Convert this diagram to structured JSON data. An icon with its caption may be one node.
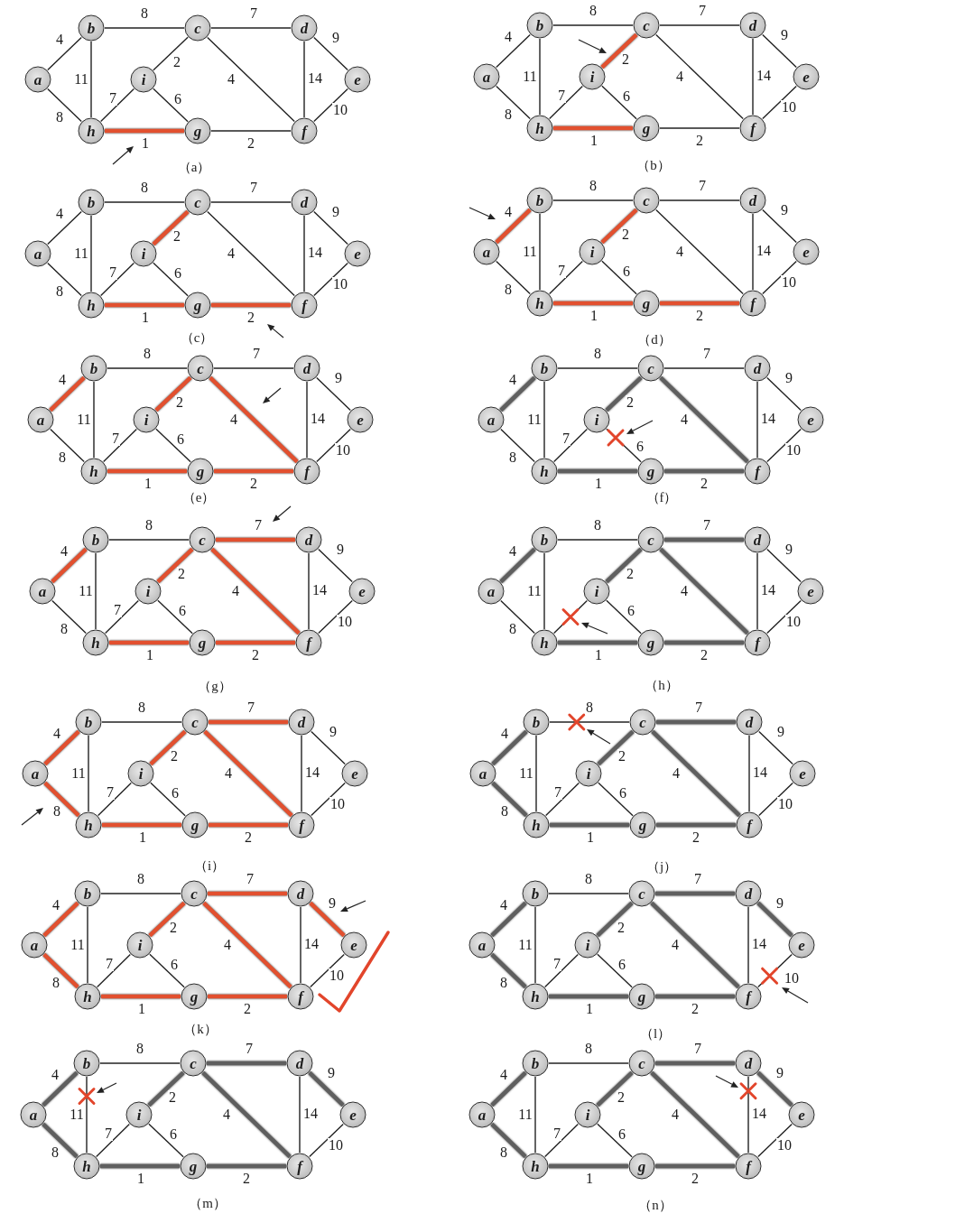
{
  "diagram": {
    "nodes": [
      {
        "text": [
          "b"
        ]
      },
      {
        "text": [
          "c"
        ]
      },
      {
        "text": [
          "d"
        ]
      },
      {
        "text": [
          "a"
        ]
      },
      {
        "text": [
          "i"
        ]
      },
      {
        "text": [
          "e"
        ]
      },
      {
        "text": [
          "h"
        ]
      },
      {
        "text": [
          "g"
        ]
      },
      {
        "text": [
          "f"
        ]
      },
      {
        "text": [
          "b"
        ]
      },
      {
        "text": [
          "c"
        ]
      },
      {
        "text": [
          "d"
        ]
      },
      {
        "text": [
          "a"
        ]
      },
      {
        "text": [
          "i"
        ]
      },
      {
        "text": [
          "e"
        ]
      },
      {
        "text": [
          "h"
        ]
      },
      {
        "text": [
          "g"
        ]
      },
      {
        "text": [
          "f"
        ]
      },
      {
        "text": [
          "b"
        ]
      },
      {
        "text": [
          "c"
        ]
      },
      {
        "text": [
          "d"
        ]
      },
      {
        "text": [
          "a"
        ]
      },
      {
        "text": [
          "i"
        ]
      },
      {
        "text": [
          "e"
        ]
      },
      {
        "text": [
          "h"
        ]
      },
      {
        "text": [
          "g"
        ]
      },
      {
        "text": [
          "f"
        ]
      },
      {
        "text": [
          "b"
        ]
      },
      {
        "text": [
          "c"
        ]
      },
      {
        "text": [
          "d"
        ]
      },
      {
        "text": [
          "a"
        ]
      },
      {
        "text": [
          "i"
        ]
      },
      {
        "text": [
          "e"
        ]
      },
      {
        "text": [
          "h"
        ]
      },
      {
        "text": [
          "g"
        ]
      },
      {
        "text": [
          "f"
        ]
      },
      {
        "text": [
          "b"
        ]
      },
      {
        "text": [
          "c"
        ]
      },
      {
        "text": [
          "d"
        ]
      },
      {
        "text": [
          "a"
        ]
      },
      {
        "text": [
          "i"
        ]
      },
      {
        "text": [
          "e"
        ]
      },
      {
        "text": [
          "h"
        ]
      },
      {
        "text": [
          "g"
        ]
      },
      {
        "text": [
          "f"
        ]
      },
      {
        "text": [
          "b"
        ]
      },
      {
        "text": [
          "c"
        ]
      },
      {
        "text": [
          "d"
        ]
      },
      {
        "text": [
          "a"
        ]
      },
      {
        "text": [
          "i"
        ]
      },
      {
        "text": [
          "e"
        ]
      },
      {
        "text": [
          "h"
        ]
      },
      {
        "text": [
          "g"
        ]
      },
      {
        "text": [
          "f"
        ]
      },
      {
        "text": [
          "b"
        ]
      },
      {
        "text": [
          "c"
        ]
      },
      {
        "text": [
          "d"
        ]
      },
      {
        "text": [
          "a"
        ]
      },
      {
        "text": [
          "i"
        ]
      },
      {
        "text": [
          "e"
        ]
      },
      {
        "text": [
          "h"
        ]
      },
      {
        "text": [
          "g"
        ]
      },
      {
        "text": [
          "f"
        ]
      },
      {
        "text": [
          "b"
        ]
      },
      {
        "text": [
          "c"
        ]
      },
      {
        "text": [
          "d"
        ]
      },
      {
        "text": [
          "a"
        ]
      },
      {
        "text": [
          "i"
        ]
      },
      {
        "text": [
          "e"
        ]
      },
      {
        "text": [
          "h"
        ]
      },
      {
        "text": [
          "g"
        ]
      },
      {
        "text": [
          "f"
        ]
      },
      {
        "text": [
          "b"
        ]
      },
      {
        "text": [
          "c"
        ]
      },
      {
        "text": [
          "d"
        ]
      },
      {
        "text": [
          "a"
        ]
      },
      {
        "text": [
          "i"
        ]
      },
      {
        "text": [
          "e"
        ]
      },
      {
        "text": [
          "h"
        ]
      },
      {
        "text": [
          "g"
        ]
      },
      {
        "text": [
          "f"
        ]
      },
      {
        "text": [
          "b"
        ]
      },
      {
        "text": [
          "c"
        ]
      },
      {
        "text": [
          "d"
        ]
      },
      {
        "text": [
          "a"
        ]
      },
      {
        "text": [
          "i"
        ]
      },
      {
        "text": [
          "e"
        ]
      },
      {
        "text": [
          "h"
        ]
      },
      {
        "text": [
          "g"
        ]
      },
      {
        "text": [
          "f"
        ]
      },
      {
        "text": [
          "b"
        ]
      },
      {
        "text": [
          "c"
        ]
      },
      {
        "text": [
          "d"
        ]
      },
      {
        "text": [
          "a"
        ]
      },
      {
        "text": [
          "i"
        ]
      },
      {
        "text": [
          "e"
        ]
      },
      {
        "text": [
          "h"
        ]
      },
      {
        "text": [
          "g"
        ]
      },
      {
        "text": [
          "f"
        ]
      },
      {
        "text": [
          "b"
        ]
      },
      {
        "text": [
          "c"
        ]
      },
      {
        "text": [
          "d"
        ]
      },
      {
        "text": [
          "a"
        ]
      },
      {
        "text": [
          "i"
        ]
      },
      {
        "text": [
          "e"
        ]
      },
      {
        "text": [
          "h"
        ]
      },
      {
        "text": [
          "g"
        ]
      },
      {
        "text": [
          "f"
        ]
      },
      {
        "text": [
          "b"
        ]
      },
      {
        "text": [
          "c"
        ]
      },
      {
        "text": [
          "d"
        ]
      },
      {
        "text": [
          "a"
        ]
      },
      {
        "text": [
          "i"
        ]
      },
      {
        "text": [
          "e"
        ]
      },
      {
        "text": [
          "h"
        ]
      },
      {
        "text": [
          "g"
        ]
      },
      {
        "text": [
          "f"
        ]
      },
      {
        "text": [
          "b"
        ]
      },
      {
        "text": [
          "c"
        ]
      },
      {
        "text": [
          "d"
        ]
      },
      {
        "text": [
          "a"
        ]
      },
      {
        "text": [
          "i"
        ]
      },
      {
        "text": [
          "e"
        ]
      },
      {
        "text": [
          "h"
        ]
      },
      {
        "text": [
          "g"
        ]
      },
      {
        "text": [
          "f"
        ]
      }
    ],
    "edges": [
      {
        "from": 3,
        "to": 0,
        "arrow": "none",
        "label": "4"
      },
      {
        "from": 0,
        "to": 1,
        "arrow": "none",
        "label": "8"
      },
      {
        "from": 1,
        "to": 2,
        "arrow": "none",
        "label": "7"
      },
      {
        "from": 2,
        "to": 5,
        "arrow": "none",
        "label": "9"
      },
      {
        "from": 0,
        "to": 6,
        "arrow": "none",
        "label": "11"
      },
      {
        "from": 1,
        "to": 4,
        "arrow": "none",
        "label": "2"
      },
      {
        "from": 1,
        "to": 8,
        "arrow": "none",
        "label": "4"
      },
      {
        "from": 2,
        "to": 8,
        "arrow": "none",
        "label": "14"
      },
      {
        "from": 3,
        "to": 6,
        "arrow": "none",
        "label": "8"
      },
      {
        "from": 6,
        "to": 4,
        "arrow": "none",
        "label": "7"
      },
      {
        "from": 4,
        "to": 7,
        "arrow": "none",
        "label": "6"
      },
      {
        "from": 5,
        "to": 8,
        "arrow": "none",
        "label": "10"
      },
      {
        "from": 6,
        "to": 7,
        "arrow": "none",
        "label": "1",
        "style": "thick",
        "color": "#e2502f"
      },
      {
        "from": 7,
        "to": 8,
        "arrow": "none",
        "label": "2"
      },
      {
        "from": 12,
        "to": 9,
        "arrow": "none",
        "label": "4"
      },
      {
        "from": 9,
        "to": 10,
        "arrow": "none",
        "label": "8"
      },
      {
        "from": 10,
        "to": 11,
        "arrow": "none",
        "label": "7"
      },
      {
        "from": 11,
        "to": 14,
        "arrow": "none",
        "label": "9"
      },
      {
        "from": 9,
        "to": 15,
        "arrow": "none",
        "label": "11"
      },
      {
        "from": 10,
        "to": 13,
        "arrow": "none",
        "label": "2",
        "style": "thick",
        "color": "#e2502f"
      },
      {
        "from": 10,
        "to": 17,
        "arrow": "none",
        "label": "4"
      },
      {
        "from": 11,
        "to": 17,
        "arrow": "none",
        "label": "14"
      },
      {
        "from": 12,
        "to": 15,
        "arrow": "none",
        "label": "8"
      },
      {
        "from": 15,
        "to": 13,
        "arrow": "none",
        "label": "7"
      },
      {
        "from": 13,
        "to": 16,
        "arrow": "none",
        "label": "6"
      },
      {
        "from": 14,
        "to": 17,
        "arrow": "none",
        "label": "10"
      },
      {
        "from": 15,
        "to": 16,
        "arrow": "none",
        "label": "1",
        "style": "thick",
        "color": "#e2502f"
      },
      {
        "from": 16,
        "to": 17,
        "arrow": "none",
        "label": "2"
      },
      {
        "from": 21,
        "to": 18,
        "arrow": "none",
        "label": "4"
      },
      {
        "from": 18,
        "to": 19,
        "arrow": "none",
        "label": "8"
      },
      {
        "from": 19,
        "to": 20,
        "arrow": "none",
        "label": "7"
      },
      {
        "from": 20,
        "to": 23,
        "arrow": "none",
        "label": "9"
      },
      {
        "from": 18,
        "to": 24,
        "arrow": "none",
        "label": "11"
      },
      {
        "from": 19,
        "to": 22,
        "arrow": "none",
        "label": "2",
        "style": "thick",
        "color": "#e2502f"
      },
      {
        "from": 19,
        "to": 26,
        "arrow": "none",
        "label": "4"
      },
      {
        "from": 20,
        "to": 26,
        "arrow": "none",
        "label": "14"
      },
      {
        "from": 21,
        "to": 24,
        "arrow": "none",
        "label": "8"
      },
      {
        "from": 24,
        "to": 22,
        "arrow": "none",
        "label": "7"
      },
      {
        "from": 22,
        "to": 25,
        "arrow": "none",
        "label": "6"
      },
      {
        "from": 23,
        "to": 26,
        "arrow": "none",
        "label": "10"
      },
      {
        "from": 24,
        "to": 25,
        "arrow": "none",
        "label": "1",
        "style": "thick",
        "color": "#e2502f"
      },
      {
        "from": 25,
        "to": 26,
        "arrow": "none",
        "label": "2",
        "style": "thick",
        "color": "#e2502f"
      },
      {
        "from": 30,
        "to": 27,
        "arrow": "none",
        "label": "4",
        "style": "thick",
        "color": "#e2502f"
      },
      {
        "from": 27,
        "to": 28,
        "arrow": "none",
        "label": "8"
      },
      {
        "from": 28,
        "to": 29,
        "arrow": "none",
        "label": "7"
      },
      {
        "from": 29,
        "to": 32,
        "arrow": "none",
        "label": "9"
      },
      {
        "from": 27,
        "to": 33,
        "arrow": "none",
        "label": "11"
      },
      {
        "from": 28,
        "to": 31,
        "arrow": "none",
        "label": "2",
        "style": "thick",
        "color": "#e2502f"
      },
      {
        "from": 28,
        "to": 35,
        "arrow": "none",
        "label": "4"
      },
      {
        "from": 29,
        "to": 35,
        "arrow": "none",
        "label": "14"
      },
      {
        "from": 30,
        "to": 33,
        "arrow": "none",
        "label": "8"
      },
      {
        "from": 33,
        "to": 31,
        "arrow": "none",
        "label": "7"
      },
      {
        "from": 31,
        "to": 34,
        "arrow": "none",
        "label": "6"
      },
      {
        "from": 32,
        "to": 35,
        "arrow": "none",
        "label": "10"
      },
      {
        "from": 33,
        "to": 34,
        "arrow": "none",
        "label": "1",
        "style": "thick",
        "color": "#e2502f"
      },
      {
        "from": 34,
        "to": 35,
        "arrow": "none",
        "label": "2",
        "style": "thick",
        "color": "#e2502f"
      },
      {
        "from": 39,
        "to": 36,
        "arrow": "none",
        "label": "4",
        "style": "thick",
        "color": "#e2502f"
      },
      {
        "from": 36,
        "to": 37,
        "arrow": "none",
        "label": "8"
      },
      {
        "from": 37,
        "to": 38,
        "arrow": "none",
        "label": "7"
      },
      {
        "from": 38,
        "to": 41,
        "arrow": "none",
        "label": "9"
      },
      {
        "from": 36,
        "to": 42,
        "arrow": "none",
        "label": "11"
      },
      {
        "from": 37,
        "to": 40,
        "arrow": "none",
        "label": "2",
        "style": "thick",
        "color": "#e2502f"
      },
      {
        "from": 37,
        "to": 44,
        "arrow": "none",
        "label": "4",
        "style": "thick",
        "color": "#e2502f"
      },
      {
        "from": 38,
        "to": 44,
        "arrow": "none",
        "label": "14"
      },
      {
        "from": 39,
        "to": 42,
        "arrow": "none",
        "label": "8"
      },
      {
        "from": 42,
        "to": 40,
        "arrow": "none",
        "label": "7"
      },
      {
        "from": 40,
        "to": 43,
        "arrow": "none",
        "label": "6"
      },
      {
        "from": 41,
        "to": 44,
        "arrow": "none",
        "label": "10"
      },
      {
        "from": 42,
        "to": 43,
        "arrow": "none",
        "label": "1",
        "style": "thick",
        "color": "#e2502f"
      },
      {
        "from": 43,
        "to": 44,
        "arrow": "none",
        "label": "2",
        "style": "thick",
        "color": "#e2502f"
      },
      {
        "from": 48,
        "to": 45,
        "arrow": "none",
        "label": "4",
        "style": "thick",
        "color": "#5f5f5f"
      },
      {
        "from": 45,
        "to": 46,
        "arrow": "none",
        "label": "8"
      },
      {
        "from": 46,
        "to": 47,
        "arrow": "none",
        "label": "7"
      },
      {
        "from": 47,
        "to": 50,
        "arrow": "none",
        "label": "9"
      },
      {
        "from": 45,
        "to": 51,
        "arrow": "none",
        "label": "11"
      },
      {
        "from": 46,
        "to": 49,
        "arrow": "none",
        "label": "2",
        "style": "thick",
        "color": "#5f5f5f"
      },
      {
        "from": 46,
        "to": 53,
        "arrow": "none",
        "label": "4",
        "style": "thick",
        "color": "#5f5f5f"
      },
      {
        "from": 47,
        "to": 53,
        "arrow": "none",
        "label": "14"
      },
      {
        "from": 48,
        "to": 51,
        "arrow": "none",
        "label": "8"
      },
      {
        "from": 51,
        "to": 49,
        "arrow": "none",
        "label": "7"
      },
      {
        "from": 49,
        "to": 52,
        "arrow": "none",
        "label": "6"
      },
      {
        "from": 50,
        "to": 53,
        "arrow": "none",
        "label": "10"
      },
      {
        "from": 51,
        "to": 52,
        "arrow": "none",
        "label": "1",
        "style": "thick",
        "color": "#5f5f5f"
      },
      {
        "from": 52,
        "to": 53,
        "arrow": "none",
        "label": "2",
        "style": "thick",
        "color": "#5f5f5f"
      },
      {
        "from": 57,
        "to": 54,
        "arrow": "none",
        "label": "4",
        "style": "thick",
        "color": "#e2502f"
      },
      {
        "from": 54,
        "to": 55,
        "arrow": "none",
        "label": "8"
      },
      {
        "from": 55,
        "to": 56,
        "arrow": "none",
        "label": "7",
        "style": "thick",
        "color": "#e2502f"
      },
      {
        "from": 56,
        "to": 59,
        "arrow": "none",
        "label": "9"
      },
      {
        "from": 54,
        "to": 60,
        "arrow": "none",
        "label": "11"
      },
      {
        "from": 55,
        "to": 58,
        "arrow": "none",
        "label": "2",
        "style": "thick",
        "color": "#e2502f"
      },
      {
        "from": 55,
        "to": 62,
        "arrow": "none",
        "label": "4",
        "style": "thick",
        "color": "#e2502f"
      },
      {
        "from": 56,
        "to": 62,
        "arrow": "none",
        "label": "14"
      },
      {
        "from": 57,
        "to": 60,
        "arrow": "none",
        "label": "8"
      },
      {
        "from": 60,
        "to": 58,
        "arrow": "none",
        "label": "7"
      },
      {
        "from": 58,
        "to": 61,
        "arrow": "none",
        "label": "6"
      },
      {
        "from": 59,
        "to": 62,
        "arrow": "none",
        "label": "10"
      },
      {
        "from": 60,
        "to": 61,
        "arrow": "none",
        "label": "1",
        "style": "thick",
        "color": "#e2502f"
      },
      {
        "from": 61,
        "to": 62,
        "arrow": "none",
        "label": "2",
        "style": "thick",
        "color": "#e2502f"
      },
      {
        "from": 66,
        "to": 63,
        "arrow": "none",
        "label": "4",
        "style": "thick",
        "color": "#5f5f5f"
      },
      {
        "from": 63,
        "to": 64,
        "arrow": "none",
        "label": "8"
      },
      {
        "from": 64,
        "to": 65,
        "arrow": "none",
        "label": "7",
        "style": "thick",
        "color": "#5f5f5f"
      },
      {
        "from": 65,
        "to": 68,
        "arrow": "none",
        "label": "9"
      },
      {
        "from": 63,
        "to": 69,
        "arrow": "none",
        "label": "11"
      },
      {
        "from": 64,
        "to": 67,
        "arrow": "none",
        "label": "2",
        "style": "thick",
        "color": "#5f5f5f"
      },
      {
        "from": 64,
        "to": 71,
        "arrow": "none",
        "label": "4",
        "style": "thick",
        "color": "#5f5f5f"
      },
      {
        "from": 65,
        "to": 71,
        "arrow": "none",
        "label": "14"
      },
      {
        "from": 66,
        "to": 69,
        "arrow": "none",
        "label": "8"
      },
      {
        "from": 69,
        "to": 67,
        "arrow": "none"
      },
      {
        "from": 67,
        "to": 70,
        "arrow": "none",
        "label": "6"
      },
      {
        "from": 68,
        "to": 71,
        "arrow": "none",
        "label": "10"
      },
      {
        "from": 69,
        "to": 70,
        "arrow": "none",
        "label": "1",
        "style": "thick",
        "color": "#5f5f5f"
      },
      {
        "from": 70,
        "to": 71,
        "arrow": "none",
        "label": "2",
        "style": "thick",
        "color": "#5f5f5f"
      },
      {
        "from": 75,
        "to": 72,
        "arrow": "none",
        "label": "4",
        "style": "thick",
        "color": "#e2502f"
      },
      {
        "from": 72,
        "to": 73,
        "arrow": "none",
        "label": "8"
      },
      {
        "from": 73,
        "to": 74,
        "arrow": "none",
        "label": "7",
        "style": "thick",
        "color": "#e2502f"
      },
      {
        "from": 74,
        "to": 77,
        "arrow": "none",
        "label": "9"
      },
      {
        "from": 72,
        "to": 78,
        "arrow": "none",
        "label": "11"
      },
      {
        "from": 73,
        "to": 76,
        "arrow": "none",
        "label": "2",
        "style": "thick",
        "color": "#e2502f"
      },
      {
        "from": 73,
        "to": 80,
        "arrow": "none",
        "label": "4",
        "style": "thick",
        "color": "#e2502f"
      },
      {
        "from": 74,
        "to": 80,
        "arrow": "none",
        "label": "14"
      },
      {
        "from": 75,
        "to": 78,
        "arrow": "none",
        "label": "8",
        "style": "thick",
        "color": "#e2502f"
      },
      {
        "from": 78,
        "to": 76,
        "arrow": "none",
        "label": "7"
      },
      {
        "from": 76,
        "to": 79,
        "arrow": "none",
        "label": "6"
      },
      {
        "from": 77,
        "to": 80,
        "arrow": "none",
        "label": "10"
      },
      {
        "from": 78,
        "to": 79,
        "arrow": "none",
        "label": "1",
        "style": "thick",
        "color": "#e2502f"
      },
      {
        "from": 79,
        "to": 80,
        "arrow": "none",
        "label": "2",
        "style": "thick",
        "color": "#e2502f"
      },
      {
        "from": 84,
        "to": 81,
        "arrow": "none",
        "label": "4",
        "style": "thick",
        "color": "#5f5f5f"
      },
      {
        "from": 81,
        "to": 82,
        "arrow": "none",
        "label": "8"
      },
      {
        "from": 82,
        "to": 83,
        "arrow": "none",
        "label": "7",
        "style": "thick",
        "color": "#5f5f5f"
      },
      {
        "from": 83,
        "to": 86,
        "arrow": "none",
        "label": "9"
      },
      {
        "from": 81,
        "to": 87,
        "arrow": "none",
        "label": "11"
      },
      {
        "from": 82,
        "to": 85,
        "arrow": "none",
        "label": "2",
        "style": "thick",
        "color": "#5f5f5f"
      },
      {
        "from": 82,
        "to": 89,
        "arrow": "none",
        "label": "4",
        "style": "thick",
        "color": "#5f5f5f"
      },
      {
        "from": 83,
        "to": 89,
        "arrow": "none",
        "label": "14"
      },
      {
        "from": 84,
        "to": 87,
        "arrow": "none",
        "label": "8",
        "style": "thick",
        "color": "#5f5f5f"
      },
      {
        "from": 87,
        "to": 85,
        "arrow": "none",
        "label": "7"
      },
      {
        "from": 85,
        "to": 88,
        "arrow": "none",
        "label": "6"
      },
      {
        "from": 86,
        "to": 89,
        "arrow": "none",
        "label": "10"
      },
      {
        "from": 87,
        "to": 88,
        "arrow": "none",
        "label": "1",
        "style": "thick",
        "color": "#5f5f5f"
      },
      {
        "from": 88,
        "to": 89,
        "arrow": "none",
        "label": "2",
        "style": "thick",
        "color": "#5f5f5f"
      },
      {
        "from": 93,
        "to": 90,
        "arrow": "none",
        "label": "4",
        "style": "thick",
        "color": "#e2502f"
      },
      {
        "from": 90,
        "to": 91,
        "arrow": "none",
        "label": "8"
      },
      {
        "from": 91,
        "to": 92,
        "arrow": "none",
        "label": "7",
        "style": "thick",
        "color": "#e2502f"
      },
      {
        "from": 92,
        "to": 95,
        "arrow": "none",
        "label": "9",
        "style": "thick",
        "color": "#e2502f"
      },
      {
        "from": 90,
        "to": 96,
        "arrow": "none",
        "label": "11"
      },
      {
        "from": 91,
        "to": 94,
        "arrow": "none",
        "label": "2",
        "style": "thick",
        "color": "#e2502f"
      },
      {
        "from": 91,
        "to": 98,
        "arrow": "none",
        "label": "4",
        "style": "thick",
        "color": "#e2502f"
      },
      {
        "from": 92,
        "to": 98,
        "arrow": "none",
        "label": "14"
      },
      {
        "from": 93,
        "to": 96,
        "arrow": "none",
        "label": "8",
        "style": "thick",
        "color": "#e2502f"
      },
      {
        "from": 96,
        "to": 94,
        "arrow": "none",
        "label": "7"
      },
      {
        "from": 94,
        "to": 97,
        "arrow": "none",
        "label": "6"
      },
      {
        "from": 95,
        "to": 98,
        "arrow": "none",
        "label": "10"
      },
      {
        "from": 96,
        "to": 97,
        "arrow": "none",
        "label": "1",
        "style": "thick",
        "color": "#e2502f"
      },
      {
        "from": 97,
        "to": 98,
        "arrow": "none",
        "label": "2",
        "style": "thick",
        "color": "#e2502f"
      },
      {
        "from": 102,
        "to": 99,
        "arrow": "none",
        "label": "4",
        "style": "thick",
        "color": "#5f5f5f"
      },
      {
        "from": 99,
        "to": 100,
        "arrow": "none",
        "label": "8"
      },
      {
        "from": 100,
        "to": 101,
        "arrow": "none",
        "label": "7",
        "style": "thick",
        "color": "#5f5f5f"
      },
      {
        "from": 101,
        "to": 104,
        "arrow": "none",
        "label": "9",
        "style": "thick",
        "color": "#5f5f5f"
      },
      {
        "from": 99,
        "to": 105,
        "arrow": "none",
        "label": "11"
      },
      {
        "from": 100,
        "to": 103,
        "arrow": "none",
        "label": "2",
        "style": "thick",
        "color": "#5f5f5f"
      },
      {
        "from": 100,
        "to": 107,
        "arrow": "none",
        "label": "4",
        "style": "thick",
        "color": "#5f5f5f"
      },
      {
        "from": 101,
        "to": 107,
        "arrow": "none",
        "label": "14"
      },
      {
        "from": 102,
        "to": 105,
        "arrow": "none",
        "label": "8",
        "style": "thick",
        "color": "#5f5f5f"
      },
      {
        "from": 105,
        "to": 103,
        "arrow": "none",
        "label": "7"
      },
      {
        "from": 103,
        "to": 106,
        "arrow": "none",
        "label": "6"
      },
      {
        "from": 104,
        "to": 107,
        "arrow": "none",
        "label": "10"
      },
      {
        "from": 105,
        "to": 106,
        "arrow": "none",
        "label": "1",
        "style": "thick",
        "color": "#5f5f5f"
      },
      {
        "from": 106,
        "to": 107,
        "arrow": "none",
        "label": "2",
        "style": "thick",
        "color": "#5f5f5f"
      },
      {
        "from": 111,
        "to": 108,
        "arrow": "none",
        "label": "4",
        "style": "thick",
        "color": "#5f5f5f"
      },
      {
        "from": 108,
        "to": 109,
        "arrow": "none",
        "label": "8"
      },
      {
        "from": 109,
        "to": 110,
        "arrow": "none",
        "label": "7",
        "style": "thick",
        "color": "#5f5f5f"
      },
      {
        "from": 110,
        "to": 113,
        "arrow": "none",
        "label": "9",
        "style": "thick",
        "color": "#5f5f5f"
      },
      {
        "from": 108,
        "to": 114,
        "arrow": "none",
        "label": "11"
      },
      {
        "from": 109,
        "to": 112,
        "arrow": "none",
        "label": "2",
        "style": "thick",
        "color": "#5f5f5f"
      },
      {
        "from": 109,
        "to": 116,
        "arrow": "none",
        "label": "4",
        "style": "thick",
        "color": "#5f5f5f"
      },
      {
        "from": 110,
        "to": 116,
        "arrow": "none",
        "label": "14"
      },
      {
        "from": 111,
        "to": 114,
        "arrow": "none",
        "label": "8",
        "style": "thick",
        "color": "#5f5f5f"
      },
      {
        "from": 114,
        "to": 112,
        "arrow": "none",
        "label": "7"
      },
      {
        "from": 112,
        "to": 115,
        "arrow": "none",
        "label": "6"
      },
      {
        "from": 113,
        "to": 116,
        "arrow": "none",
        "label": "10"
      },
      {
        "from": 114,
        "to": 115,
        "arrow": "none",
        "label": "1",
        "style": "thick",
        "color": "#5f5f5f"
      },
      {
        "from": 115,
        "to": 116,
        "arrow": "none",
        "label": "2",
        "style": "thick",
        "color": "#5f5f5f"
      },
      {
        "from": 120,
        "to": 117,
        "arrow": "none",
        "label": "4",
        "style": "thick",
        "color": "#5f5f5f"
      },
      {
        "from": 117,
        "to": 118,
        "arrow": "none",
        "label": "8"
      },
      {
        "from": 118,
        "to": 119,
        "arrow": "none",
        "label": "7",
        "style": "thick",
        "color": "#5f5f5f"
      },
      {
        "from": 119,
        "to": 122,
        "arrow": "none",
        "label": "9",
        "style": "thick",
        "color": "#5f5f5f"
      },
      {
        "from": 117,
        "to": 123,
        "arrow": "none",
        "label": "11"
      },
      {
        "from": 118,
        "to": 121,
        "arrow": "none",
        "label": "2",
        "style": "thick",
        "color": "#5f5f5f"
      },
      {
        "from": 118,
        "to": 125,
        "arrow": "none",
        "label": "4",
        "style": "thick",
        "color": "#5f5f5f"
      },
      {
        "from": 119,
        "to": 125,
        "arrow": "none",
        "label": "14"
      },
      {
        "from": 120,
        "to": 123,
        "arrow": "none",
        "label": "8",
        "style": "thick",
        "color": "#5f5f5f"
      },
      {
        "from": 123,
        "to": 121,
        "arrow": "none",
        "label": "7"
      },
      {
        "from": 121,
        "to": 124,
        "arrow": "none",
        "label": "6"
      },
      {
        "from": 122,
        "to": 125,
        "arrow": "none",
        "label": "10"
      },
      {
        "from": 123,
        "to": 124,
        "arrow": "none",
        "label": "1",
        "style": "thick",
        "color": "#5f5f5f"
      },
      {
        "from": 124,
        "to": 125,
        "arrow": "none",
        "label": "2",
        "style": "thick",
        "color": "#5f5f5f"
      }
    ],
    "labels": [
      "（a）",
      "（b）",
      "（c）",
      "（d）",
      "（e）",
      "（f）",
      "（g）",
      "（h）",
      "（i）",
      "（j）",
      "（k）",
      "（l）",
      "（m）",
      "（n）"
    ]
  }
}
